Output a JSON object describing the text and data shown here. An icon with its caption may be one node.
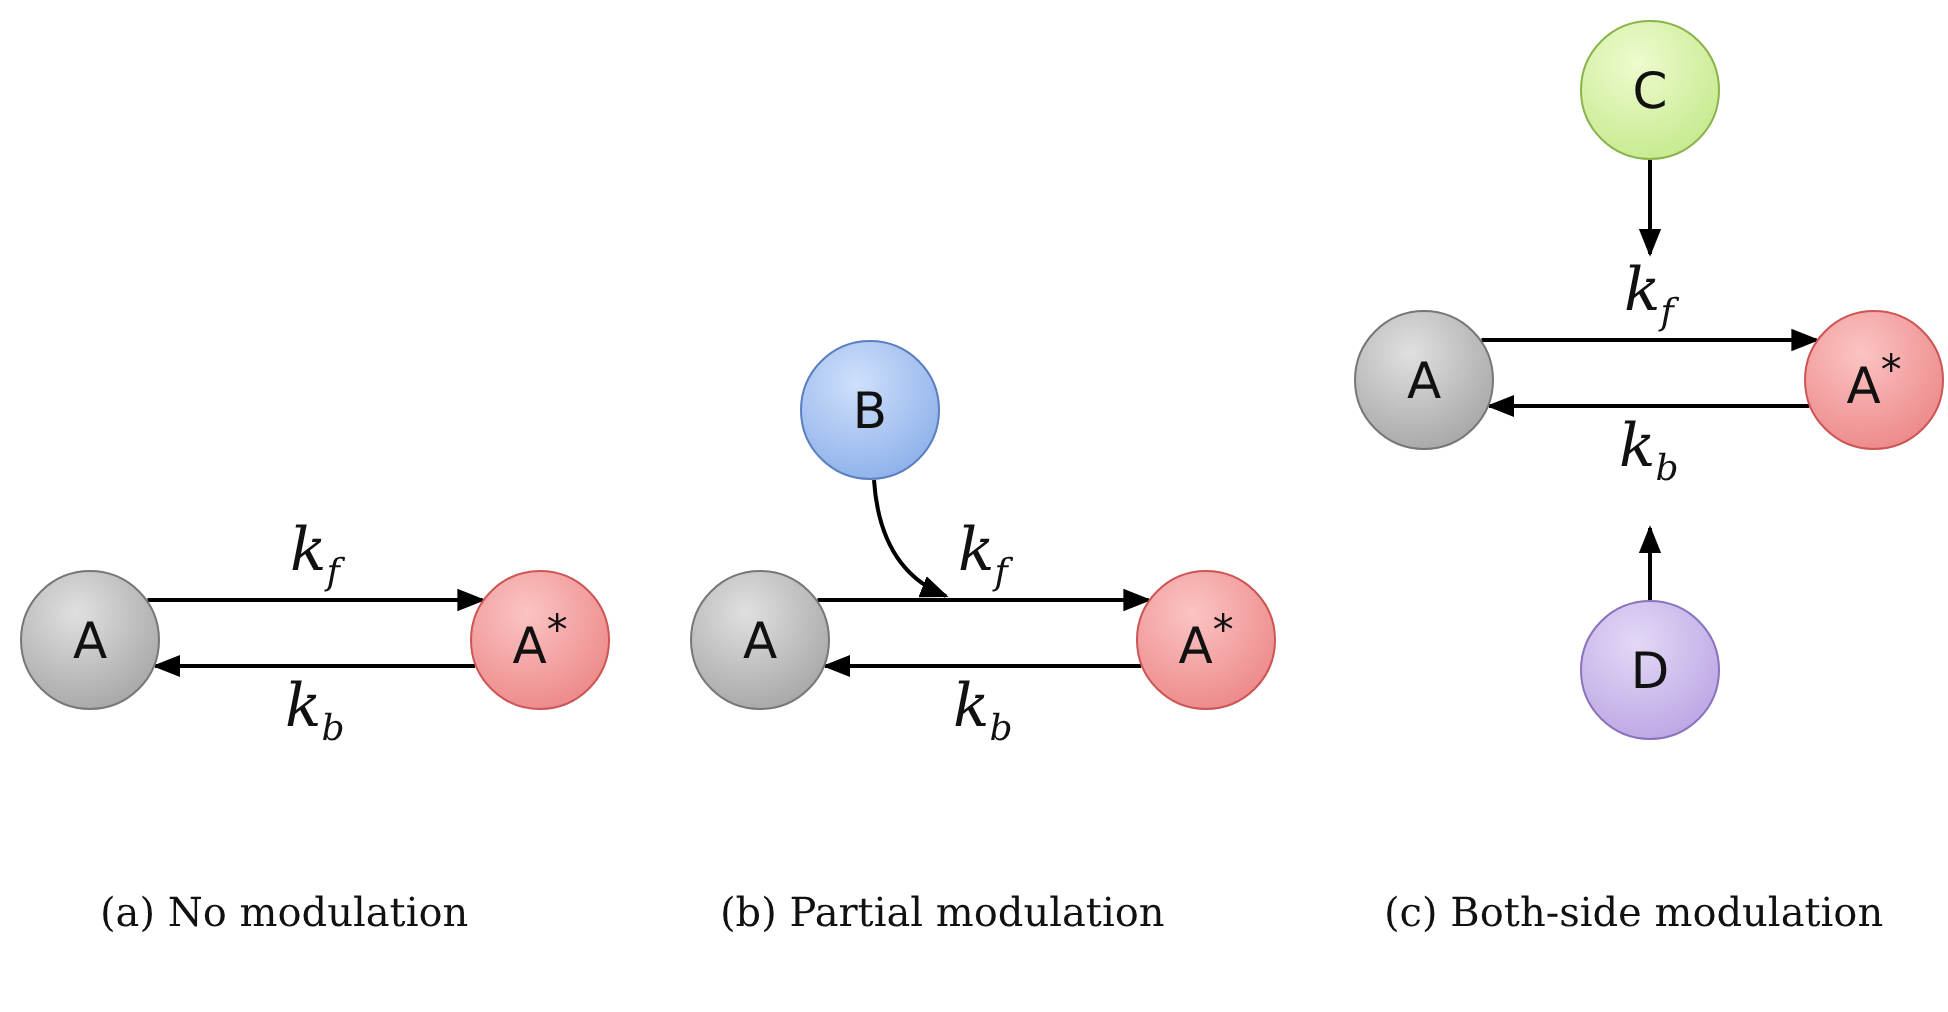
{
  "diagram": {
    "nodes": [
      {
        "text": [
          "A"
        ]
      },
      {
        "text": [
          "A$^{*}$"
        ]
      },
      {
        "text": [
          "B"
        ]
      },
      {
        "text": [
          "A"
        ]
      },
      {
        "text": [
          "A$^{*}$"
        ]
      },
      {
        "text": [
          "C"
        ]
      },
      {
        "text": [
          "A"
        ]
      },
      {
        "text": [
          "A$^{*}$"
        ]
      },
      {
        "text": [
          "D"
        ]
      }
    ],
    "edges": [
      {
        "from": 0,
        "to": 1,
        "arrow": "to",
        "label": "k$_{f}$"
      },
      {
        "from": 1,
        "to": 0,
        "arrow": "to",
        "label": "k$_{b}$"
      },
      {
        "from": 3,
        "to": 4,
        "arrow": "to",
        "label": "k$_{f}$"
      },
      {
        "from": 4,
        "to": 3,
        "arrow": "to",
        "label": "k$_{b}$"
      },
      {
        "from": 2,
        "to": null,
        "arrow": "to"
      },
      {
        "from": 6,
        "to": 7,
        "arrow": "to",
        "label": "k$_{f}$"
      },
      {
        "from": 7,
        "to": 6,
        "arrow": "to",
        "label": "k$_{b}$"
      },
      {
        "from": 5,
        "to": null,
        "arrow": "to"
      },
      {
        "from": 8,
        "to": null,
        "arrow": "to"
      }
    ],
    "labels": [
      "(a) No modulation",
      "(b) Partial modulation",
      "(c) Both-side modulation"
    ]
  }
}
